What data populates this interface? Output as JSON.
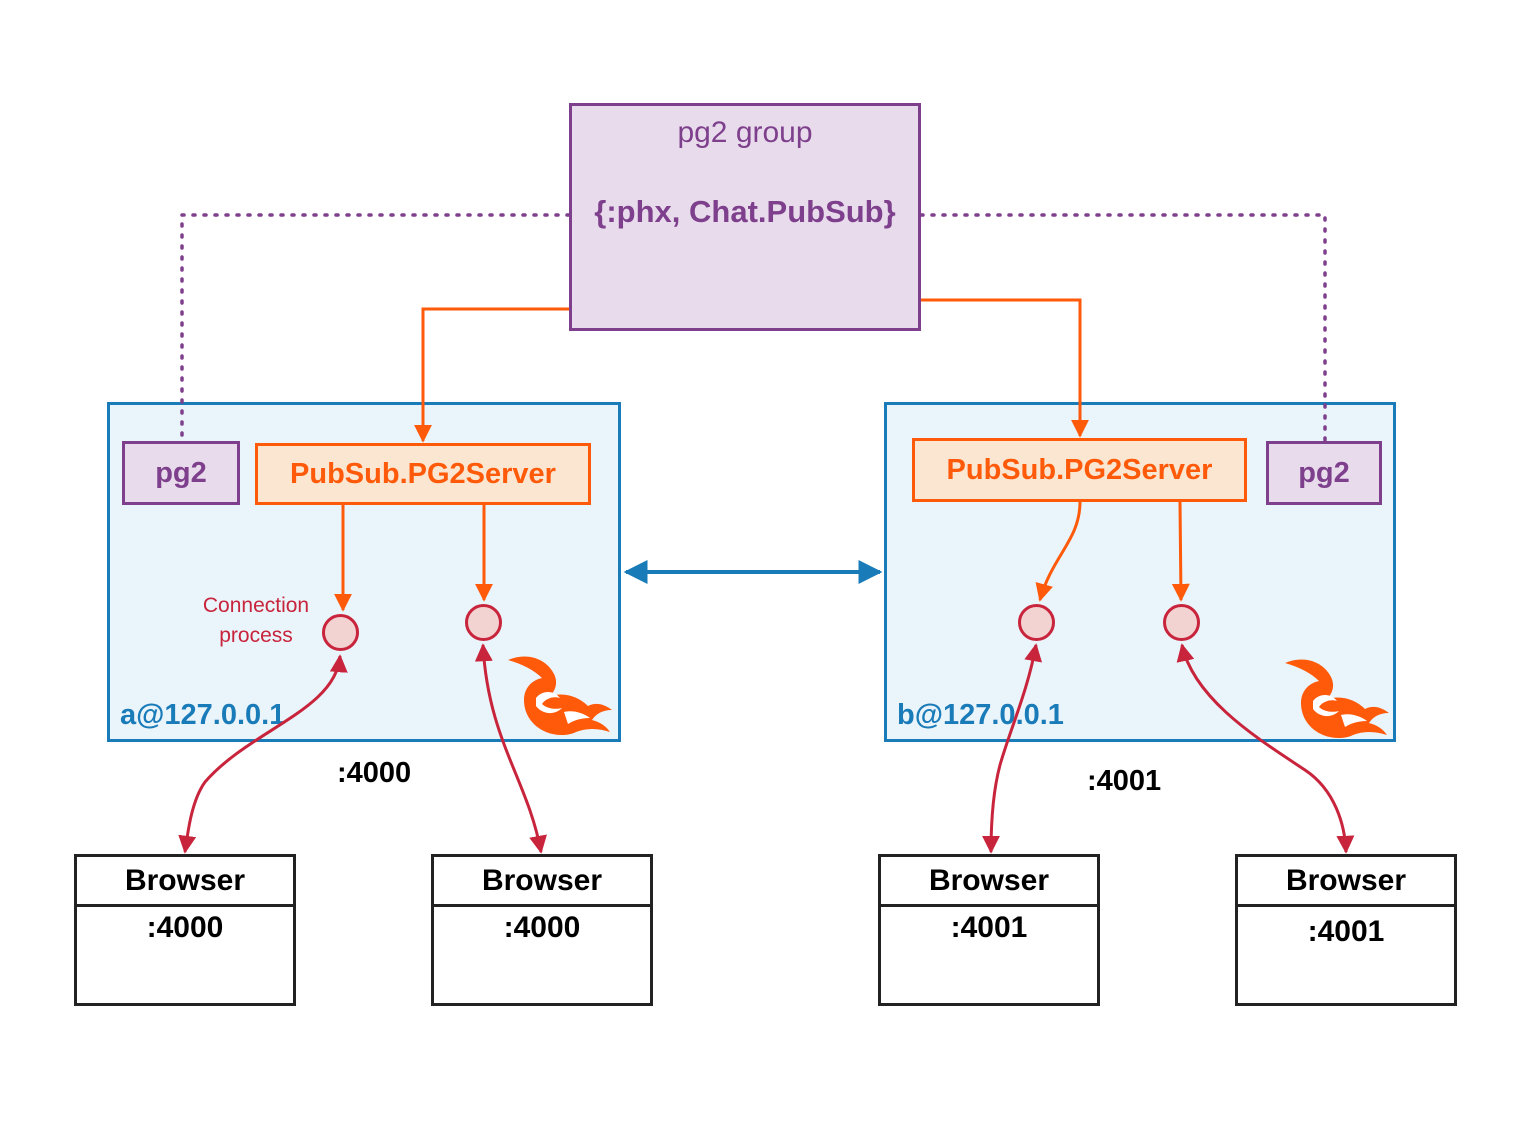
{
  "group": {
    "title": "pg2 group",
    "key": "{:phx, Chat.PubSub}"
  },
  "nodes": [
    {
      "name": "a@127.0.0.1",
      "port": ":4000",
      "pg2_label": "pg2",
      "server_label": "PubSub.PG2Server"
    },
    {
      "name": "b@127.0.0.1",
      "port": ":4001",
      "pg2_label": "pg2",
      "server_label": "PubSub.PG2Server"
    }
  ],
  "connection_note": [
    "Connection",
    "process"
  ],
  "browsers": [
    {
      "title": "Browser",
      "port": ":4000"
    },
    {
      "title": "Browser",
      "port": ":4000"
    },
    {
      "title": "Browser",
      "port": ":4001"
    },
    {
      "title": "Browser",
      "port": ":4001"
    }
  ],
  "colors": {
    "node_border": "#1a7bb9",
    "node_fill": "#eaf4fb",
    "group_border": "#7e3f8c",
    "group_fill": "#e8dcec",
    "server_border": "#ff5a0a",
    "server_fill": "#fbe6d2",
    "process_border": "#c8243c",
    "process_fill": "#f3d2d2",
    "link": "#ff5a0a",
    "socket": "#c8243c",
    "cluster_link": "#1a7bb9"
  },
  "icons": [
    "phoenix-flame-icon"
  ]
}
